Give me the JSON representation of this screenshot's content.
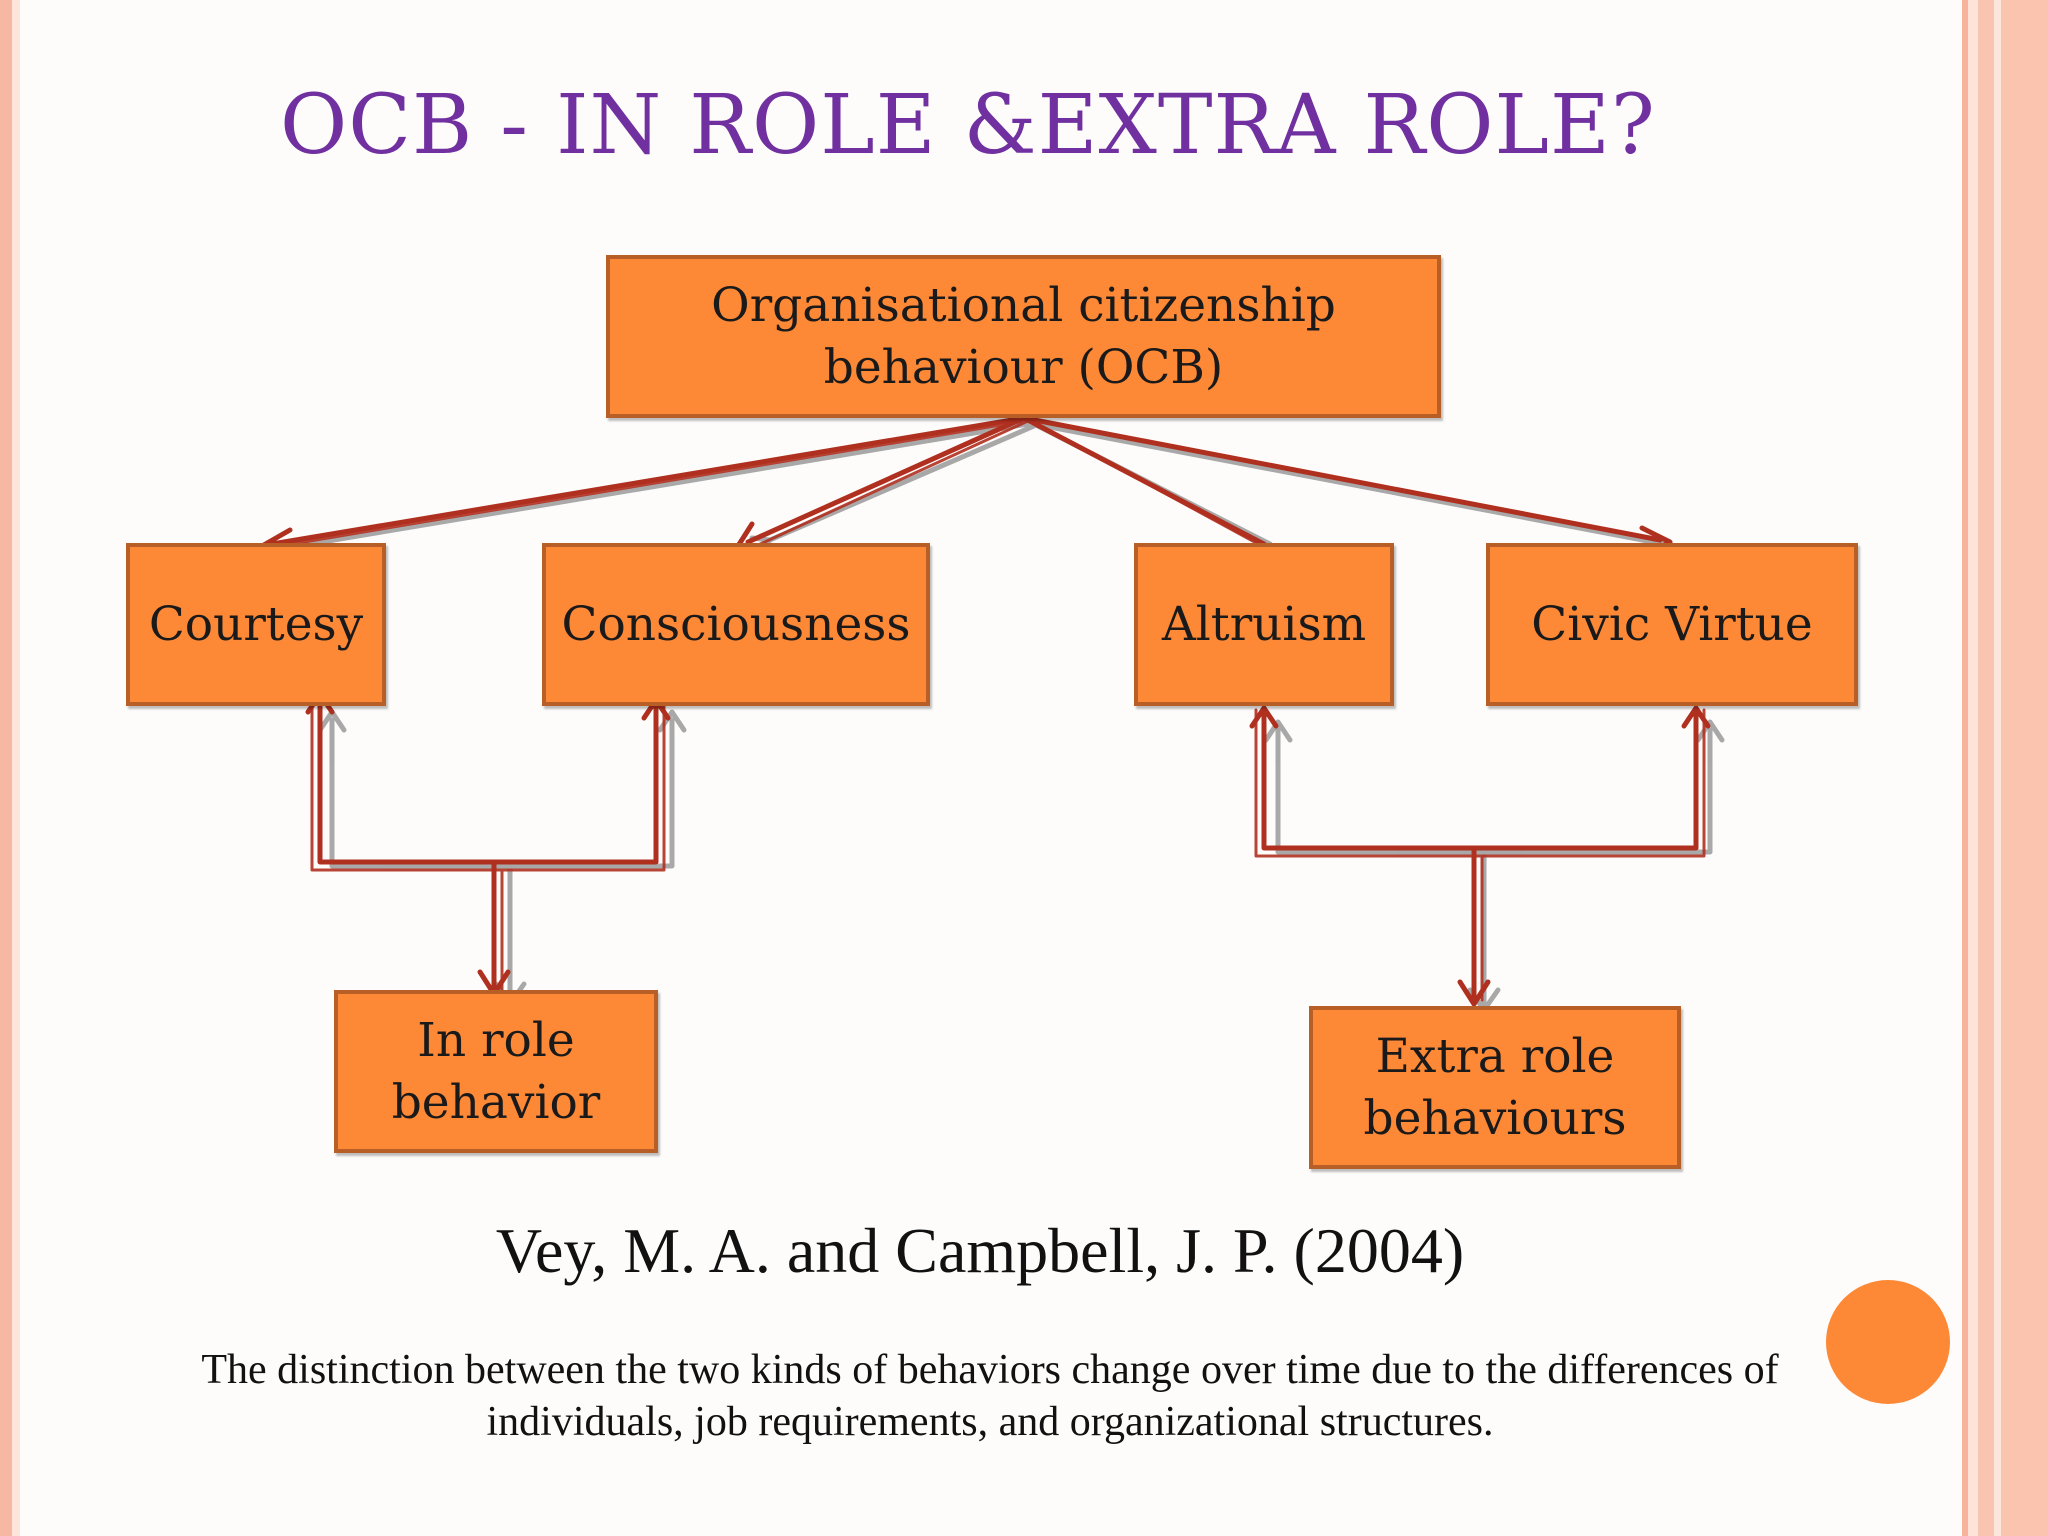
{
  "slide": {
    "title": "OCB - IN ROLE &EXTRA ROLE?",
    "citation": "Vey, M. A. and Campbell, J. P. (2004)",
    "caption_line1": "The distinction between the two kinds of behaviors change over time due to the differences of",
    "caption_line2": "individuals, job requirements, and organizational structures."
  },
  "diagram": {
    "root": {
      "line1": "Organisational citizenship",
      "line2": "behaviour (OCB)"
    },
    "children": {
      "courtesy": "Courtesy",
      "consciousness": "Consciousness",
      "altruism": "Altruism",
      "civic_virtue": "Civic Virtue"
    },
    "outcomes": {
      "in_role": {
        "line1": "In role",
        "line2": "behavior"
      },
      "extra_role": {
        "line1": "Extra role",
        "line2": "behaviours"
      }
    },
    "colors": {
      "box_fill": "#fd8836",
      "box_border": "#b85e27",
      "arrow": "#b03020",
      "arrow_shadow": "#9a9a9a",
      "title": "#7030a0"
    }
  }
}
